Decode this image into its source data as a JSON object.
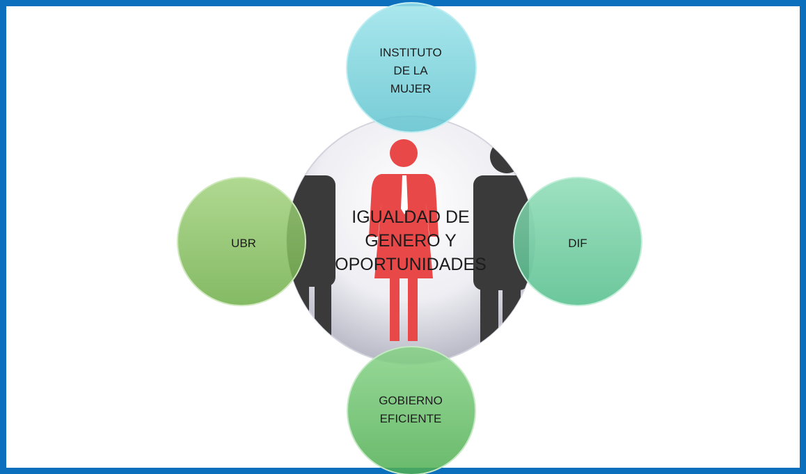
{
  "diagram": {
    "center": {
      "lines": [
        "IGUALDAD DE",
        "GENERO Y",
        "OPORTUNIDADES"
      ]
    },
    "satellites": {
      "top": {
        "lines": [
          "INSTITUTO",
          "DE LA",
          "MUJER"
        ]
      },
      "left": {
        "lines": [
          "UBR"
        ]
      },
      "right": {
        "lines": [
          "DIF"
        ]
      },
      "bottom": {
        "lines": [
          "GOBIERNO",
          "EFICIENTE"
        ]
      }
    }
  },
  "colors": {
    "frame": "#0b6fbe",
    "top_circle": "#7fd6de",
    "left_circle": "#8cc464",
    "right_circle": "#6fcf9f",
    "bottom_circle": "#6cc46c",
    "woman_figure": "#e84848",
    "man_figure": "#3a3a3a"
  }
}
